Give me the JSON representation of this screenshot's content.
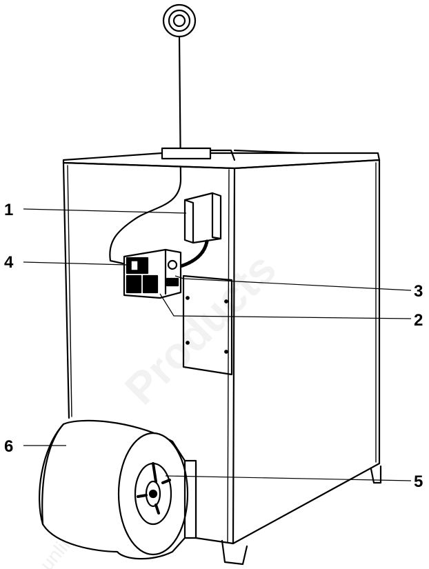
{
  "diagram": {
    "callouts": [
      {
        "id": "1",
        "label": "1"
      },
      {
        "id": "2",
        "label": "2"
      },
      {
        "id": "3",
        "label": "3"
      },
      {
        "id": "4",
        "label": "4"
      },
      {
        "id": "5",
        "label": "5"
      },
      {
        "id": "6",
        "label": "6"
      }
    ],
    "watermark": {
      "main": "Products",
      "sub": "unlimited.com"
    },
    "colors": {
      "line": "#000000",
      "background": "#ffffff",
      "watermark": "#f2f2f2"
    }
  }
}
